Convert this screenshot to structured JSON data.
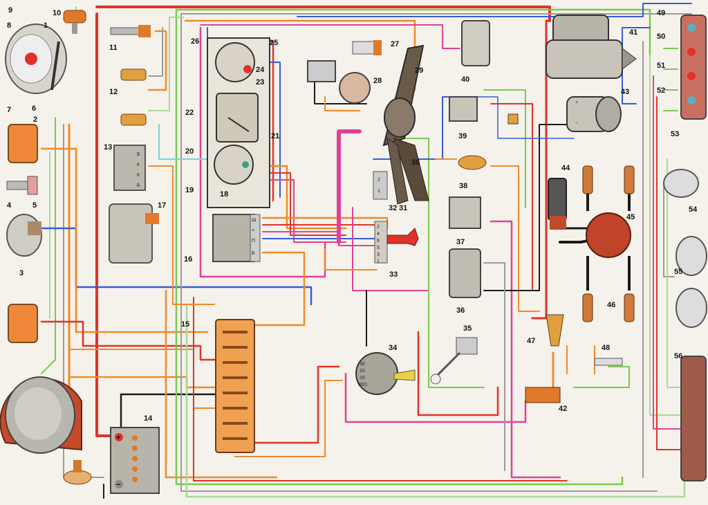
{
  "diagram": {
    "labels": [
      "1",
      "2",
      "3",
      "4",
      "5",
      "6",
      "7",
      "8",
      "9",
      "10",
      "11",
      "12",
      "13",
      "14",
      "15",
      "16",
      "17",
      "18",
      "19",
      "20",
      "21",
      "22",
      "23",
      "24",
      "25",
      "26",
      "27",
      "28",
      "29",
      "30",
      "31",
      "32",
      "33",
      "34",
      "35",
      "36",
      "37",
      "38",
      "39",
      "40",
      "41",
      "42",
      "43",
      "44",
      "45",
      "46",
      "47",
      "48",
      "49",
      "50",
      "51",
      "52",
      "53",
      "54",
      "55",
      "56"
    ],
    "battery_plus": "+",
    "battery_minus": "−",
    "relay_block_16_marks": [
      "Ш",
      "+",
      "П",
      "Б"
    ],
    "switch_33_marks": [
      "2",
      "4",
      "6",
      "5",
      "3",
      "1"
    ],
    "ignition_34_marks": [
      "30",
      "15",
      "16",
      "30/1"
    ],
    "part13_marks": [
      "Б",
      "К",
      "К",
      "Б"
    ],
    "part32_marks": [
      "2",
      "1"
    ],
    "coil_43_marks": [
      "+",
      "−"
    ],
    "wire_colors": {
      "red": "#e0322a",
      "orange": "#f08a2a",
      "pink": "#e0409a",
      "blue": "#3a5ad8",
      "green": "#7cc850",
      "light_green": "#a8d89a",
      "black": "#1a1a1a",
      "grey": "#9a9a9a",
      "cyan": "#7ad0e0",
      "brown": "#b06a30"
    }
  }
}
